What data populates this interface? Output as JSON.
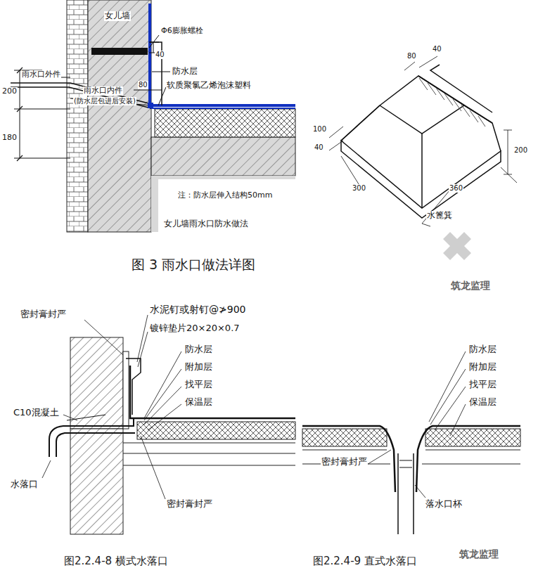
{
  "diagram": {
    "labels": [
      "女儿墙",
      "Φ6膨胀螺栓",
      "40",
      "防水层",
      "软质聚氯乙烯泡沫塑料",
      "雨水口外件",
      "雨水口内件",
      "(防水层包进后安装)",
      "80",
      "200",
      "180",
      "注：防水层伸入结构50mm",
      "女儿墙雨水口防水做法",
      "80",
      "40",
      "100",
      "40",
      "200",
      "300",
      "360",
      "水篦箕",
      "图 3 雨水口做法详图",
      "筑龙监理",
      "密封膏封严",
      "水泥钉或射钉@≯900",
      "镀锌垫片20×20×0.7",
      "防水层",
      "附加层",
      "找平层",
      "保温层",
      "C10混凝土",
      "水落口",
      "密封膏封严",
      "图2.2.4-8 横式水落口",
      "防水层",
      "附加层",
      "找平层",
      "保温层",
      "密封膏封严",
      "落水口杯",
      "图2.2.4-9 直式水落口",
      "筑龙监理"
    ]
  }
}
